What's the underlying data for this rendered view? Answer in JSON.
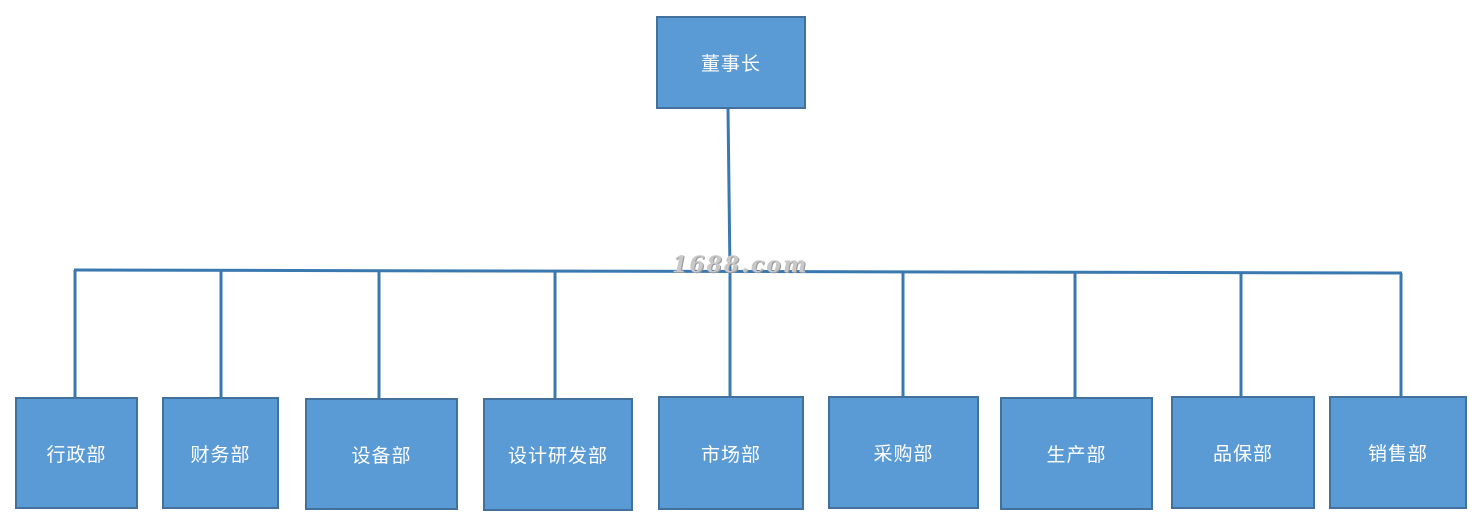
{
  "chart": {
    "root": {
      "label": "董事长"
    },
    "departments": [
      {
        "label": "行政部"
      },
      {
        "label": "财务部"
      },
      {
        "label": "设备部"
      },
      {
        "label": "设计研发部"
      },
      {
        "label": "市场部"
      },
      {
        "label": "采购部"
      },
      {
        "label": "生产部"
      },
      {
        "label": "品保部"
      },
      {
        "label": "销售部"
      }
    ]
  },
  "watermark": {
    "text": "1688.com"
  },
  "colors": {
    "box_fill": "#5b9bd5",
    "box_border": "#41719c",
    "connector": "#3a78b0",
    "text": "#ffffff"
  }
}
